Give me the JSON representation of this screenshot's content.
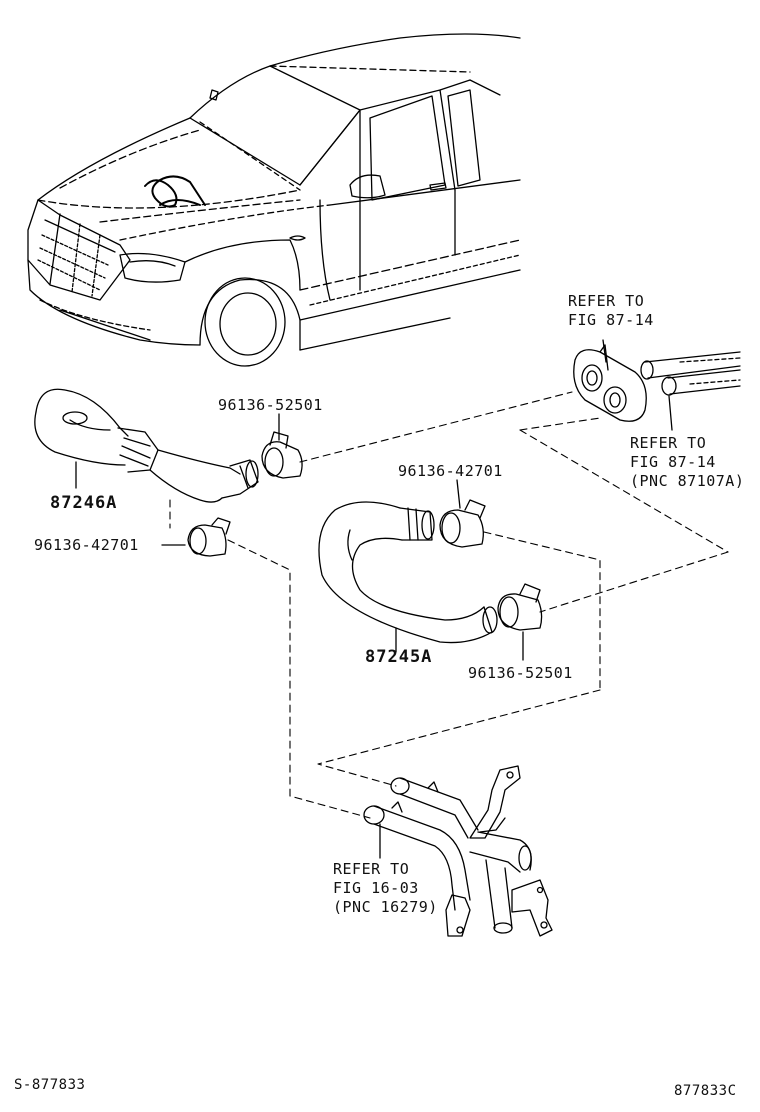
{
  "labels": {
    "refer_grommet": {
      "line1": "REFER TO",
      "line2": "FIG 87-14"
    },
    "refer_pipes": {
      "line1": "REFER TO",
      "line2": "FIG 87-14",
      "line3": "(PNC 87107A)"
    },
    "clamp_upper_left": "96136-52501",
    "clamp_mid": "96136-42701",
    "clamp_left": "96136-42701",
    "clamp_lower": "96136-52501",
    "hose_left": "87246A",
    "hose_right": "87245A",
    "refer_water_pipe": {
      "line1": "REFER TO",
      "line2": "FIG 16-03",
      "line3": "(PNC 16279)"
    }
  },
  "footer": {
    "left_code": "S-877833",
    "right_code": "877833C"
  },
  "colors": {
    "line": "#000000",
    "background": "#ffffff"
  }
}
